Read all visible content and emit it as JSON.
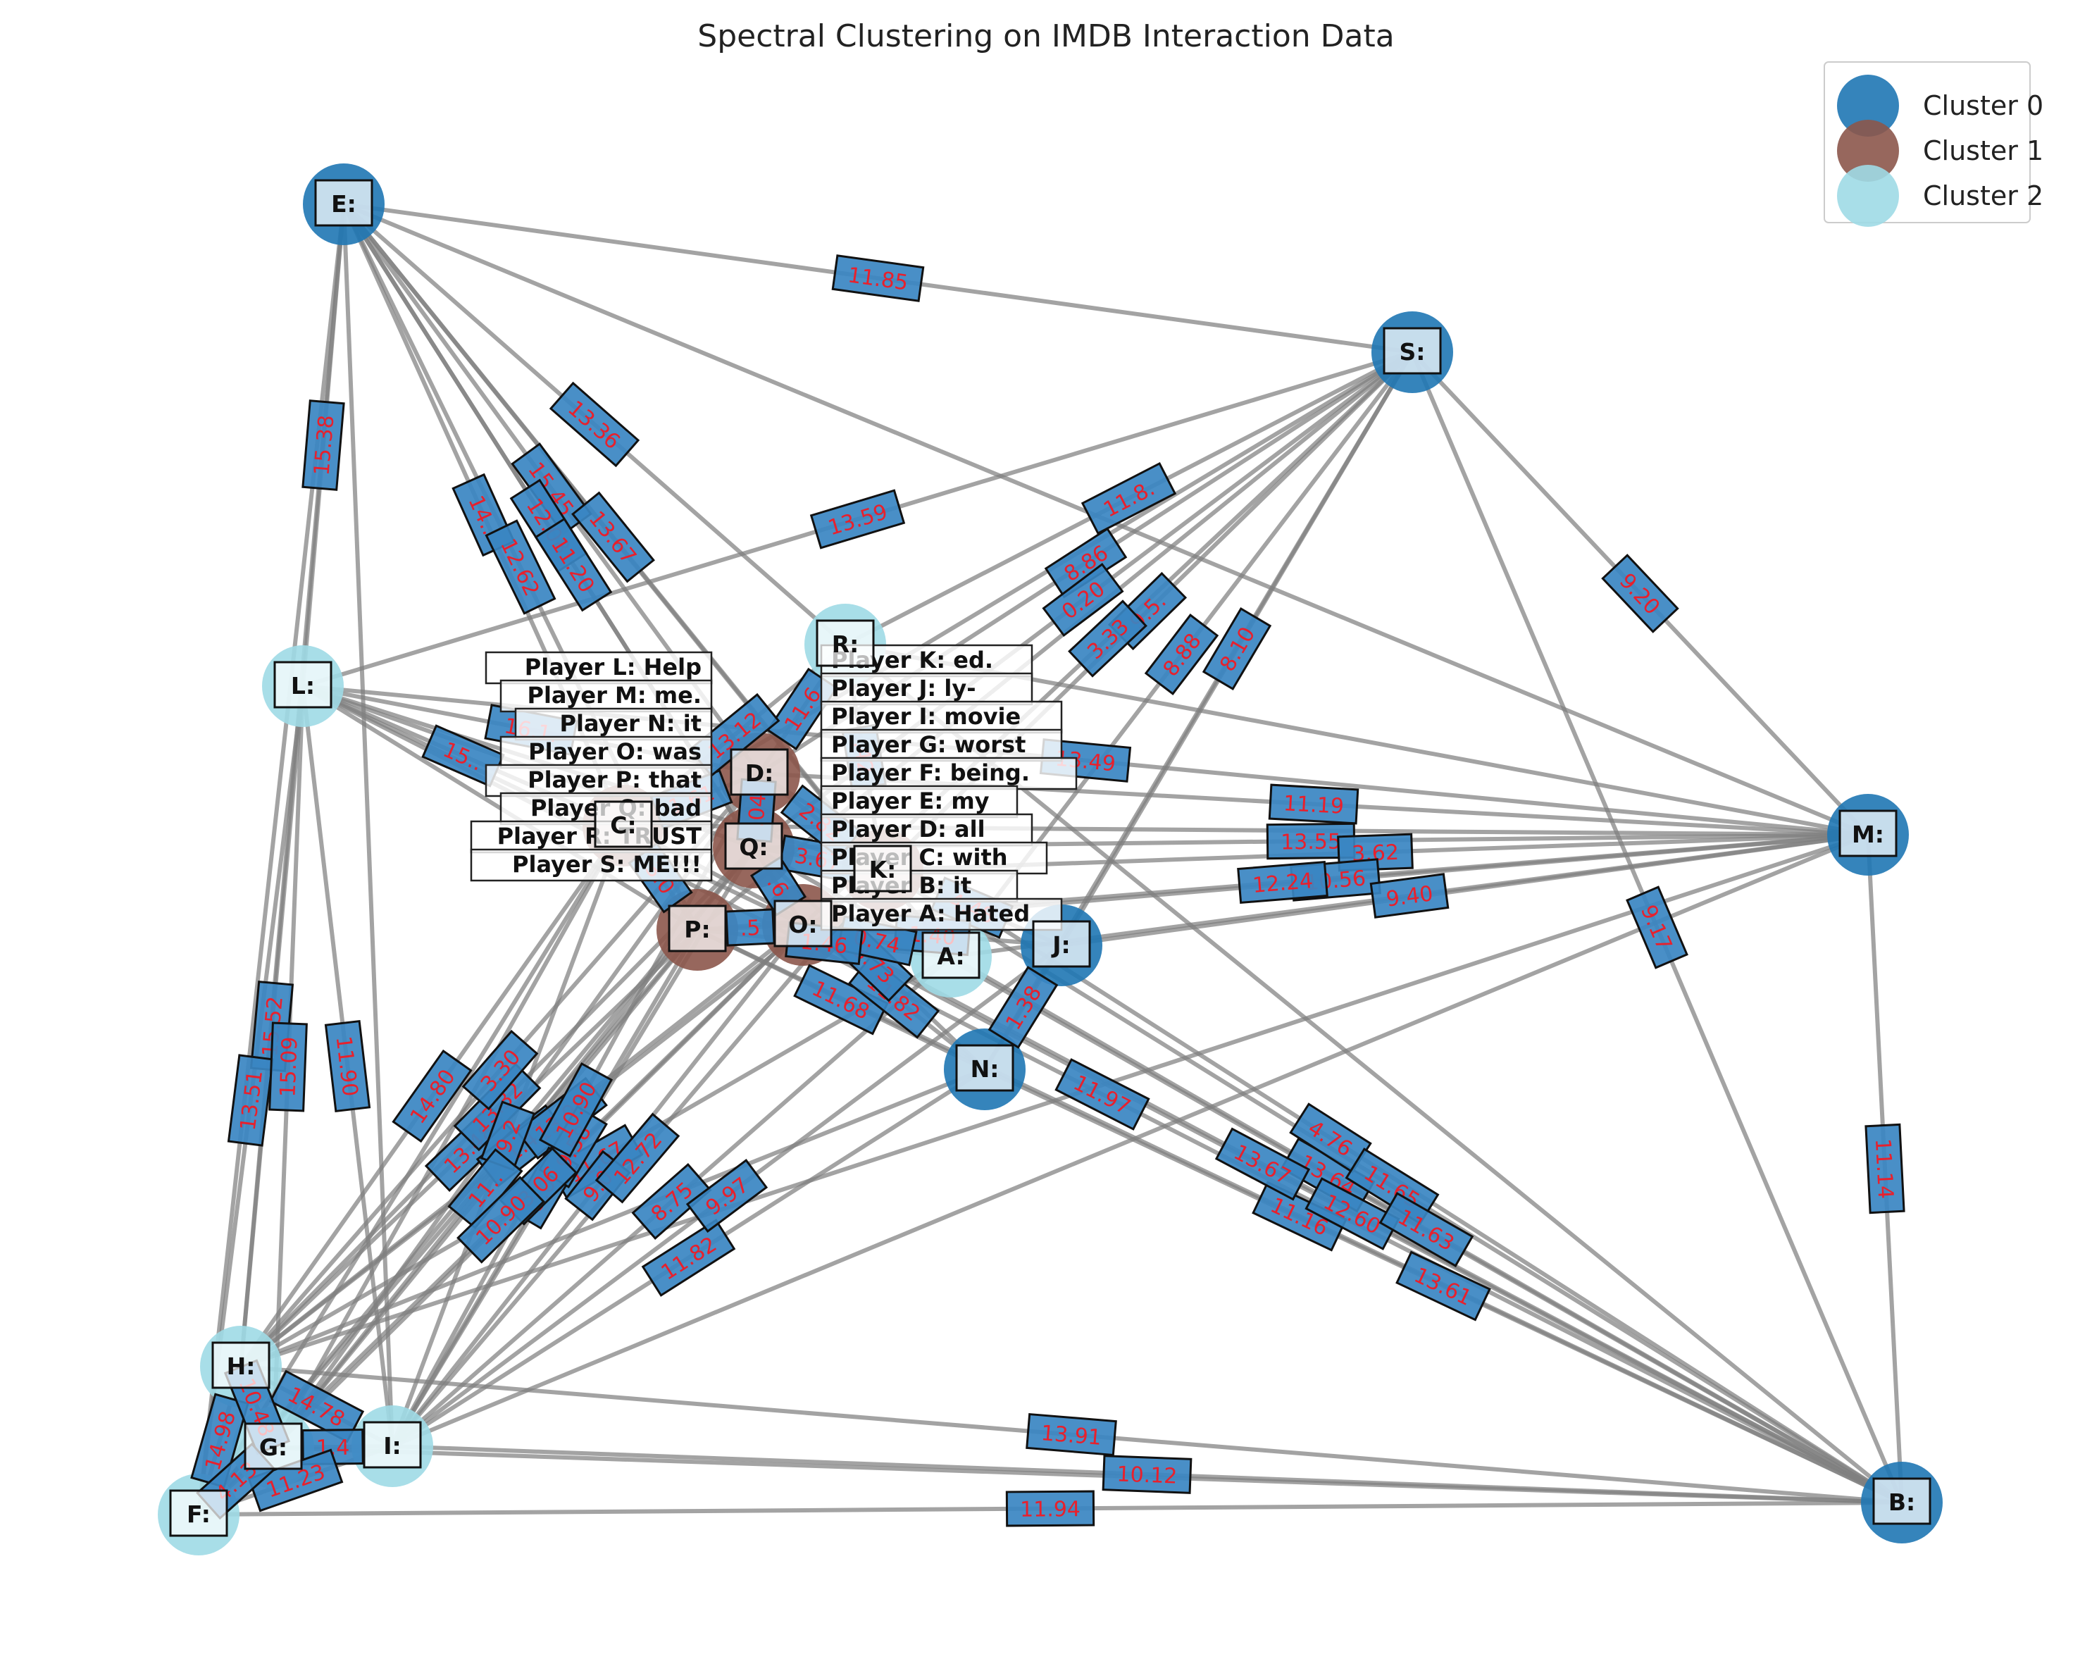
{
  "title": "Spectral Clustering on IMDB Interaction Data",
  "legend": [
    {
      "label": "Cluster 0",
      "color": "#1f77b4"
    },
    {
      "label": "Cluster 1",
      "color": "#8c564b"
    },
    {
      "label": "Cluster 2",
      "color": "#9edae5"
    }
  ],
  "cluster_colors": [
    "#1f77b4",
    "#8c564b",
    "#9edae5"
  ],
  "nodes": [
    {
      "id": "E",
      "label": "E:",
      "cluster": 0
    },
    {
      "id": "S",
      "label": "S:",
      "cluster": 0
    },
    {
      "id": "M",
      "label": "M:",
      "cluster": 0
    },
    {
      "id": "B",
      "label": "B:",
      "cluster": 0
    },
    {
      "id": "J",
      "label": "J:",
      "cluster": 0
    },
    {
      "id": "N",
      "label": "N:",
      "cluster": 0
    },
    {
      "id": "L",
      "label": "L:",
      "cluster": 2
    },
    {
      "id": "H",
      "label": "H:",
      "cluster": 2
    },
    {
      "id": "G",
      "label": "G:",
      "cluster": 2
    },
    {
      "id": "I",
      "label": "I:",
      "cluster": 2
    },
    {
      "id": "F",
      "label": "F:",
      "cluster": 2
    },
    {
      "id": "A",
      "label": "A:",
      "cluster": 2
    },
    {
      "id": "R",
      "label": "R:",
      "cluster": 2
    },
    {
      "id": "D",
      "label": "D:",
      "cluster": 1
    },
    {
      "id": "C",
      "label": "C:",
      "cluster": 1
    },
    {
      "id": "Q",
      "label": "Q:",
      "cluster": 1
    },
    {
      "id": "K",
      "label": "K:",
      "cluster": 1
    },
    {
      "id": "P",
      "label": "P:",
      "cluster": 1
    },
    {
      "id": "O",
      "label": "O:",
      "cluster": 1
    }
  ],
  "edges": [
    {
      "s": "E",
      "t": "S",
      "w": "11.85"
    },
    {
      "s": "E",
      "t": "L",
      "w": "15.38"
    },
    {
      "s": "E",
      "t": "H",
      "w": ""
    },
    {
      "s": "E",
      "t": "F",
      "w": ""
    },
    {
      "s": "E",
      "t": "I",
      "w": ""
    },
    {
      "s": "E",
      "t": "D",
      "w": "15.45"
    },
    {
      "s": "E",
      "t": "C",
      "w": "14.."
    },
    {
      "s": "E",
      "t": "Q",
      "w": "12.08"
    },
    {
      "s": "E",
      "t": "P",
      "w": "12.62"
    },
    {
      "s": "E",
      "t": "O",
      "w": "11.20"
    },
    {
      "s": "E",
      "t": "K",
      "w": "13.67"
    },
    {
      "s": "E",
      "t": "R",
      "w": "13.36"
    },
    {
      "s": "E",
      "t": "M",
      "w": ""
    },
    {
      "s": "E",
      "t": "A",
      "w": ""
    },
    {
      "s": "S",
      "t": "M",
      "w": "9.20"
    },
    {
      "s": "S",
      "t": "B",
      "w": "9.17"
    },
    {
      "s": "S",
      "t": "L",
      "w": "13.59"
    },
    {
      "s": "S",
      "t": "R",
      "w": "11.8."
    },
    {
      "s": "S",
      "t": "D",
      "w": "8.86"
    },
    {
      "s": "S",
      "t": "K",
      "w": "9.5."
    },
    {
      "s": "S",
      "t": "Q",
      "w": "0.20"
    },
    {
      "s": "S",
      "t": "O",
      "w": "3.33"
    },
    {
      "s": "S",
      "t": "J",
      "w": "8.10"
    },
    {
      "s": "S",
      "t": "A",
      "w": "8.88"
    },
    {
      "s": "S",
      "t": "C",
      "w": ""
    },
    {
      "s": "S",
      "t": "P",
      "w": ""
    },
    {
      "s": "S",
      "t": "N",
      "w": ""
    },
    {
      "s": "M",
      "t": "B",
      "w": "11.14"
    },
    {
      "s": "M",
      "t": "L",
      "w": "13.49"
    },
    {
      "s": "M",
      "t": "D",
      "w": "11.19"
    },
    {
      "s": "M",
      "t": "Q",
      "w": "13.55"
    },
    {
      "s": "M",
      "t": "K",
      "w": "3.62"
    },
    {
      "s": "M",
      "t": "O",
      "w": "10.56"
    },
    {
      "s": "M",
      "t": "P",
      "w": "12.24"
    },
    {
      "s": "M",
      "t": "A",
      "w": "9.40"
    },
    {
      "s": "M",
      "t": "C",
      "w": ""
    },
    {
      "s": "M",
      "t": "I",
      "w": ""
    },
    {
      "s": "M",
      "t": "H",
      "w": ""
    },
    {
      "s": "M",
      "t": "J",
      "w": ""
    },
    {
      "s": "M",
      "t": "R",
      "w": ""
    },
    {
      "s": "B",
      "t": "H",
      "w": "13.91"
    },
    {
      "s": "B",
      "t": "I",
      "w": "10.12"
    },
    {
      "s": "B",
      "t": "F",
      "w": "11.94"
    },
    {
      "s": "B",
      "t": "Q",
      "w": "13.64"
    },
    {
      "s": "B",
      "t": "P",
      "w": "11.16"
    },
    {
      "s": "B",
      "t": "D",
      "w": "4.76"
    },
    {
      "s": "B",
      "t": "O",
      "w": "12.60"
    },
    {
      "s": "B",
      "t": "C",
      "w": "13.67"
    },
    {
      "s": "B",
      "t": "K",
      "w": "11.65"
    },
    {
      "s": "B",
      "t": "A",
      "w": "11.63"
    },
    {
      "s": "B",
      "t": "L",
      "w": "11.97"
    },
    {
      "s": "B",
      "t": "R",
      "w": ""
    },
    {
      "s": "B",
      "t": "G",
      "w": ""
    },
    {
      "s": "L",
      "t": "H",
      "w": "15.52"
    },
    {
      "s": "L",
      "t": "F",
      "w": "13.51"
    },
    {
      "s": "L",
      "t": "I",
      "w": "11.90"
    },
    {
      "s": "L",
      "t": "G",
      "w": "15.09"
    },
    {
      "s": "L",
      "t": "D",
      "w": "16.1."
    },
    {
      "s": "L",
      "t": "C",
      "w": "15.."
    },
    {
      "s": "L",
      "t": "Q",
      "w": ""
    },
    {
      "s": "L",
      "t": "P",
      "w": ""
    },
    {
      "s": "L",
      "t": "O",
      "w": ""
    },
    {
      "s": "L",
      "t": "K",
      "w": ""
    },
    {
      "s": "H",
      "t": "F",
      "w": "14.98"
    },
    {
      "s": "H",
      "t": "I",
      "w": "14.78"
    },
    {
      "s": "H",
      "t": "G",
      "w": "10.48"
    },
    {
      "s": "H",
      "t": "C",
      "w": "14.80"
    },
    {
      "s": "H",
      "t": "P",
      "w": "13.48"
    },
    {
      "s": "H",
      "t": "Q",
      "w": "13.32"
    },
    {
      "s": "H",
      "t": "O",
      "w": "11.47"
    },
    {
      "s": "H",
      "t": "D",
      "w": "3.30"
    },
    {
      "s": "H",
      "t": "K",
      "w": "13.92"
    },
    {
      "s": "H",
      "t": "A",
      "w": "11.67"
    },
    {
      "s": "H",
      "t": "N",
      "w": ""
    },
    {
      "s": "I",
      "t": "G",
      "w": "1.4"
    },
    {
      "s": "I",
      "t": "C",
      "w": "9.2"
    },
    {
      "s": "I",
      "t": "P",
      "w": "3.02"
    },
    {
      "s": "I",
      "t": "Q",
      "w": "9.58"
    },
    {
      "s": "I",
      "t": "O",
      "w": "9.0"
    },
    {
      "s": "I",
      "t": "K",
      "w": "12.72"
    },
    {
      "s": "I",
      "t": "D",
      "w": "10.90"
    },
    {
      "s": "I",
      "t": "A",
      "w": "8.75"
    },
    {
      "s": "I",
      "t": "N",
      "w": "11.82"
    },
    {
      "s": "I",
      "t": "J",
      "w": "9.97"
    },
    {
      "s": "I",
      "t": "F",
      "w": "11.23"
    },
    {
      "s": "G",
      "t": "F",
      "w": "4.13"
    },
    {
      "s": "G",
      "t": "P",
      "w": "11.."
    },
    {
      "s": "G",
      "t": "O",
      "w": "3.06"
    },
    {
      "s": "G",
      "t": "C",
      "w": ""
    },
    {
      "s": "G",
      "t": "Q",
      "w": ""
    },
    {
      "s": "G",
      "t": "D",
      "w": ""
    },
    {
      "s": "F",
      "t": "C",
      "w": ""
    },
    {
      "s": "F",
      "t": "O",
      "w": "10.90"
    },
    {
      "s": "F",
      "t": "P",
      "w": ""
    },
    {
      "s": "F",
      "t": "Q",
      "w": ""
    },
    {
      "s": "J",
      "t": "N",
      "w": "1.38"
    },
    {
      "s": "J",
      "t": "K",
      "w": "4.48"
    },
    {
      "s": "J",
      "t": "O",
      "w": "1.40"
    },
    {
      "s": "N",
      "t": "P",
      "w": "11.68"
    },
    {
      "s": "N",
      "t": "O",
      "w": "11.82"
    },
    {
      "s": "N",
      "t": "Q",
      "w": "13.73"
    },
    {
      "s": "N",
      "t": "B",
      "w": "13.61"
    },
    {
      "s": "A",
      "t": "O",
      "w": "0.74"
    },
    {
      "s": "A",
      "t": "P",
      "w": "1.46"
    },
    {
      "s": "K",
      "t": "Q",
      "w": "3.67"
    },
    {
      "s": "K",
      "t": "D",
      "w": "2.82"
    },
    {
      "s": "D",
      "t": "Q",
      "w": ".04"
    },
    {
      "s": "D",
      "t": "C",
      "w": "1.61"
    },
    {
      "s": "C",
      "t": "P",
      "w": "3.0"
    },
    {
      "s": "P",
      "t": "O",
      "w": ".5"
    },
    {
      "s": "Q",
      "t": "O",
      "w": ".6"
    },
    {
      "s": "R",
      "t": "D",
      "w": "11.6"
    },
    {
      "s": "R",
      "t": "K",
      "w": ".42"
    },
    {
      "s": "R",
      "t": "C",
      "w": "13.12"
    }
  ],
  "messages": [
    {
      "text": "Player L: Help",
      "side": "left"
    },
    {
      "text": "Player M: me.",
      "side": "left"
    },
    {
      "text": "Player N: it",
      "side": "left"
    },
    {
      "text": "Player O: was",
      "side": "left"
    },
    {
      "text": "Player P: that",
      "side": "left"
    },
    {
      "text": "Player Q: bad",
      "side": "left"
    },
    {
      "text": "Player R: TRUST",
      "side": "left"
    },
    {
      "text": "Player S: ME!!!",
      "side": "left"
    },
    {
      "text": "Player K: ed.",
      "side": "right"
    },
    {
      "text": "Player J: ly-",
      "side": "right"
    },
    {
      "text": "Player I: movie",
      "side": "right"
    },
    {
      "text": "Player G: worst",
      "side": "right"
    },
    {
      "text": "Player F: being.",
      "side": "right"
    },
    {
      "text": "Player E: my",
      "side": "right"
    },
    {
      "text": "Player D: all",
      "side": "right"
    },
    {
      "text": "Player C: with",
      "side": "right"
    },
    {
      "text": "Player B: it",
      "side": "right"
    },
    {
      "text": "Player A: Hated",
      "side": "right"
    }
  ]
}
